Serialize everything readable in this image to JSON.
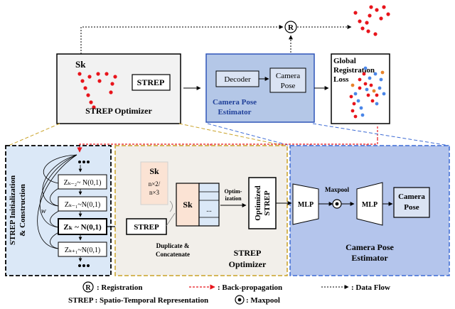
{
  "top": {
    "sk_label": "Sk",
    "strep_label": "STREP",
    "strep_optimizer_caption": "STREP Optimizer",
    "decoder_label": "Decoder",
    "camera_pose_label": [
      "Camera",
      "Pose"
    ],
    "camera_pose_estimator_caption": [
      "Camera Pose",
      "Estimator"
    ],
    "global_loss_label": [
      "Global",
      "Registration",
      "Loss"
    ],
    "r_symbol": "R"
  },
  "init_panel": {
    "title": [
      "STREP Initialization",
      "& Construction"
    ],
    "z_labels": [
      "Zₖ₋₂~ N(0,1)",
      "Zₖ₋₁~N(0,1)",
      "Zₖ ~ N(0,1)",
      "Zₖ₊₁~N(0,1)"
    ],
    "w_label": "w"
  },
  "opt_panel": {
    "sk_label": "Sk",
    "dims": [
      "n×2/",
      "n×3"
    ],
    "sk_box_label": "Sk",
    "ellipsis": "...",
    "arrow_label": [
      "Optim-",
      "ization"
    ],
    "optimized_label": [
      "Optimized",
      "STREP"
    ],
    "strep_label": "STREP",
    "dup_label": [
      "Duplicate &",
      "Concatenate"
    ],
    "caption": [
      "STREP",
      "Optimizer"
    ]
  },
  "pose_panel": {
    "mlp1": "MLP",
    "maxpool_label": "Maxpool",
    "mlp2": "MLP",
    "camera_pose": [
      "Camera",
      "Pose"
    ],
    "caption": [
      "Camera Pose",
      "Estimator"
    ]
  },
  "legend": {
    "r_symbol": "R",
    "registration": ": Registration",
    "backprop": ": Back-propagation",
    "dataflow": ": Data Flow",
    "strep_def": "STREP : Spatio-Temporal Representation",
    "maxpool": ": Maxpool"
  },
  "colors": {
    "red": "#e8141b",
    "blue_dot": "#4a86e8",
    "orange_dot": "#e8832a",
    "top_blue_fill": "#b4c7e7",
    "top_blue_stroke": "#2f55b8",
    "panel_blue_fill": "#b4c5ec",
    "panel_blue_stroke": "#3d6bd4",
    "gray_fill": "#f2f2f2",
    "beige_fill": "#f2efea",
    "gold_stroke": "#c9a227",
    "light_blue_fill": "#dbe8f7",
    "peach_fill": "#fbe3d4"
  }
}
